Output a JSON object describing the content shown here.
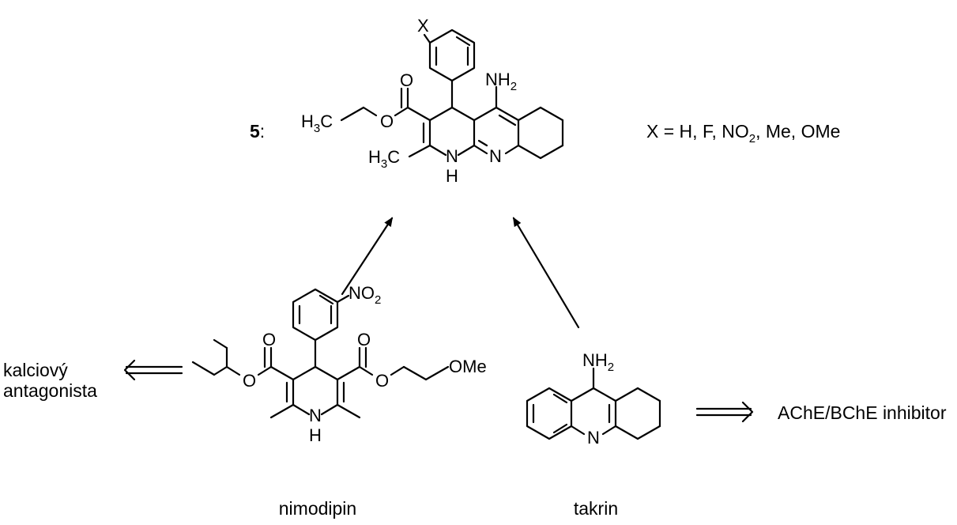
{
  "compound": {
    "number": "5",
    "separator": ":",
    "substituent_note": {
      "prefix": "X = H, F, NO",
      "sub": "2",
      "suffix": ", Me, OMe"
    },
    "atoms": {
      "x": "X",
      "o_carbonyl": "O",
      "o_ester": "O",
      "ethyl_h": "H",
      "ethyl_3": "3",
      "ethyl_c": "C",
      "methyl_h": "H",
      "methyl_3": "3",
      "methyl_c": "C",
      "nh_n": "N",
      "nh_h": "H",
      "ring_n": "N",
      "amino": "NH",
      "amino_2": "2"
    }
  },
  "nimodipin": {
    "name": "nimodipin",
    "effect_line1": "kalciový",
    "effect_line2": "antagonista",
    "atoms": {
      "nitro": "NO",
      "nitro_2": "2",
      "o_left_carbonyl": "O",
      "o_left_ester": "O",
      "o_right_carbonyl": "O",
      "o_right_ester": "O",
      "ome": "OMe",
      "nh_n": "N",
      "nh_h": "H"
    }
  },
  "takrin": {
    "name": "takrin",
    "effect": "AChE/BChE inhibitor",
    "atoms": {
      "amino": "NH",
      "amino_2": "2",
      "ring_n": "N"
    }
  }
}
